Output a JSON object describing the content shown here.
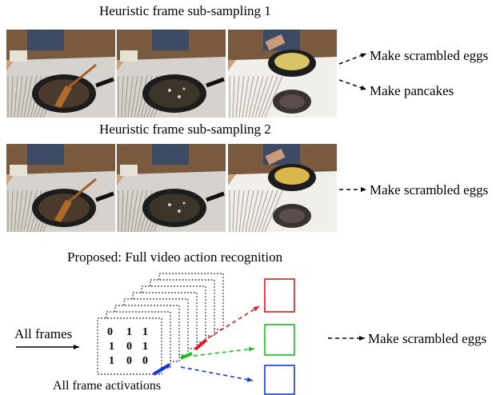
{
  "section1": {
    "title": "Heuristic frame sub-sampling 1",
    "labels": [
      "Make scrambled eggs",
      "Make pancakes"
    ]
  },
  "section2": {
    "title": "Heuristic frame sub-sampling 2",
    "labels": [
      "Make scrambled eggs"
    ]
  },
  "section3": {
    "title": "Proposed: Full video action recognition",
    "input_label": "All frames",
    "caption": "All frame activations",
    "matrix": [
      [
        "0",
        "1",
        "1"
      ],
      [
        "1",
        "0",
        "1"
      ],
      [
        "1",
        "0",
        "0"
      ]
    ],
    "output_label": "Make scrambled eggs"
  },
  "colors": {
    "red": "#e8141c",
    "green": "#16c21a",
    "blue": "#1237d6"
  }
}
